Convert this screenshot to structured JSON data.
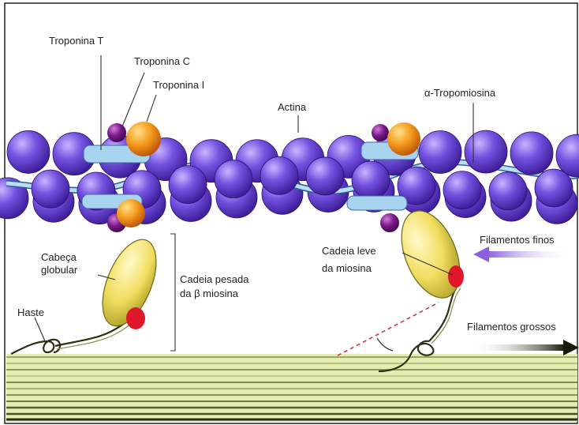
{
  "labels": {
    "troponina_t": "Troponina T",
    "troponina_c": "Troponina C",
    "troponina_i": "Troponina I",
    "actina": "Actina",
    "alfa_tropomiosina": "α-Tropomiosina",
    "cabeca_globular_1": "Cabeça",
    "cabeca_globular_2": "globular",
    "cadeia_pesada_1": "Cadeia pesada",
    "cadeia_pesada_2": "da β miosina",
    "haste": "Haste",
    "cadeia_leve_1": "Cadeia leve",
    "cadeia_leve_2": "da miosina",
    "filamentos_finos": "Filamentos finos",
    "filamentos_grossos": "Filamentos grossos"
  },
  "colors": {
    "actin": "#6b48d8",
    "actin_dark": "#3e1f9e",
    "tropomyosin": "#a9d4ef",
    "troponin_orange": "#f39a1f",
    "troponin_purple": "#7a1a8a",
    "thick_filament": "#d7e39a",
    "myosin_head": "#f2e06a",
    "light_chain": "#e0162b",
    "arrow_fine": "#8a63d8",
    "arrow_thick": "#1e1e10"
  }
}
